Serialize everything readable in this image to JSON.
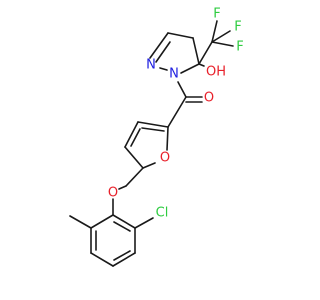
{
  "molecule": {
    "atoms": {
      "F1": {
        "symbol": "F",
        "color": "#2ecc40"
      },
      "F2": {
        "symbol": "F",
        "color": "#2ecc40"
      },
      "F3": {
        "symbol": "F",
        "color": "#2ecc40"
      },
      "OH": {
        "symbol": "OH",
        "color": "#e8202a"
      },
      "N1": {
        "symbol": "N",
        "color": "#2020e0"
      },
      "N2": {
        "symbol": "N",
        "color": "#2020e0"
      },
      "O_carbonyl": {
        "symbol": "O",
        "color": "#e8202a"
      },
      "O_furan": {
        "symbol": "O",
        "color": "#e8202a"
      },
      "O_ether": {
        "symbol": "O",
        "color": "#e8202a"
      },
      "Cl": {
        "symbol": "Cl",
        "color": "#2ecc40"
      }
    }
  },
  "colors": {
    "bond": "#1a1a1a",
    "background": "#ffffff"
  }
}
